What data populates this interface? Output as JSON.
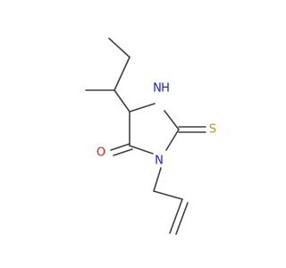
{
  "molecule": {
    "atoms": {
      "nh": {
        "label": "N",
        "sub": "H",
        "color": "#1a1ae6"
      },
      "n3": {
        "label": "N",
        "color": "#1a1ae6"
      },
      "o": {
        "label": "O",
        "color": "#e61a1a"
      },
      "s": {
        "label": "S",
        "color": "#b3a100"
      }
    },
    "bond_color": "#404040"
  }
}
